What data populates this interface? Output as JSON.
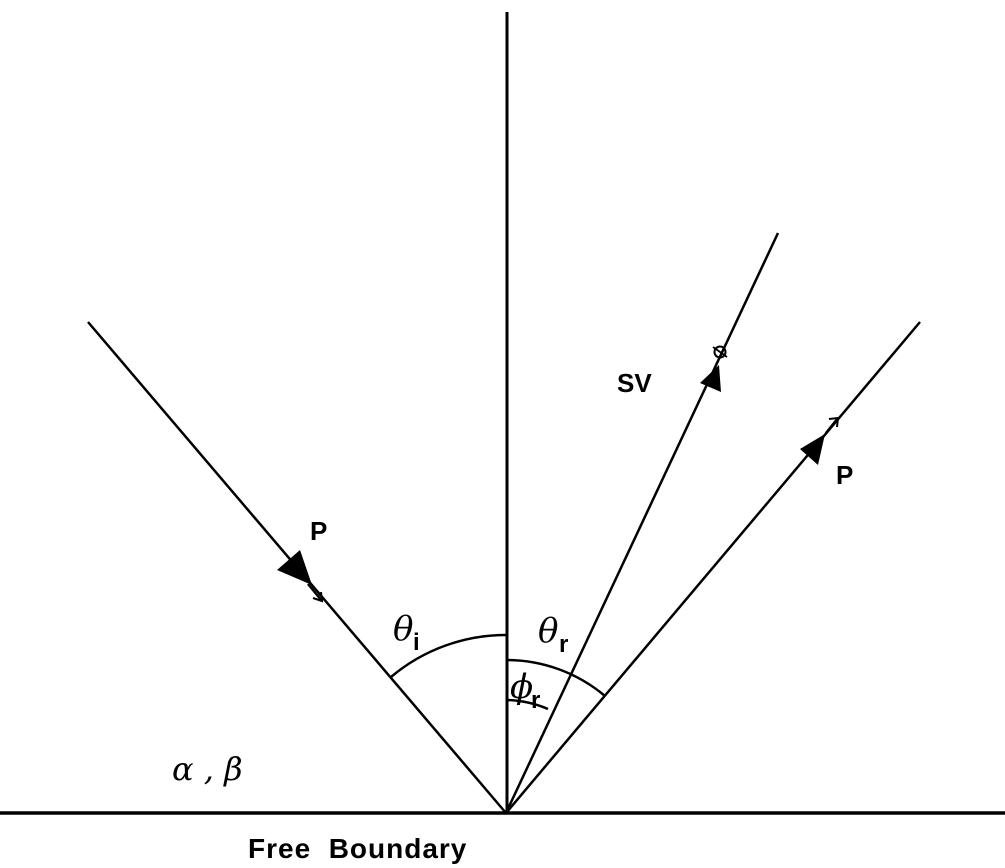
{
  "labels": {
    "incident_wave": "P",
    "reflected_sv_wave": "SV",
    "reflected_p_wave": "P",
    "theta_symbol": "θ",
    "theta_i_sub": "i",
    "theta_r_sub": "r",
    "phi_symbol": "ϕ",
    "phi_r_sub": "r",
    "medium_params": "α , β",
    "boundary": "Free  Boundary"
  },
  "colors": {
    "ink": "#000000",
    "background": "#ffffff"
  }
}
